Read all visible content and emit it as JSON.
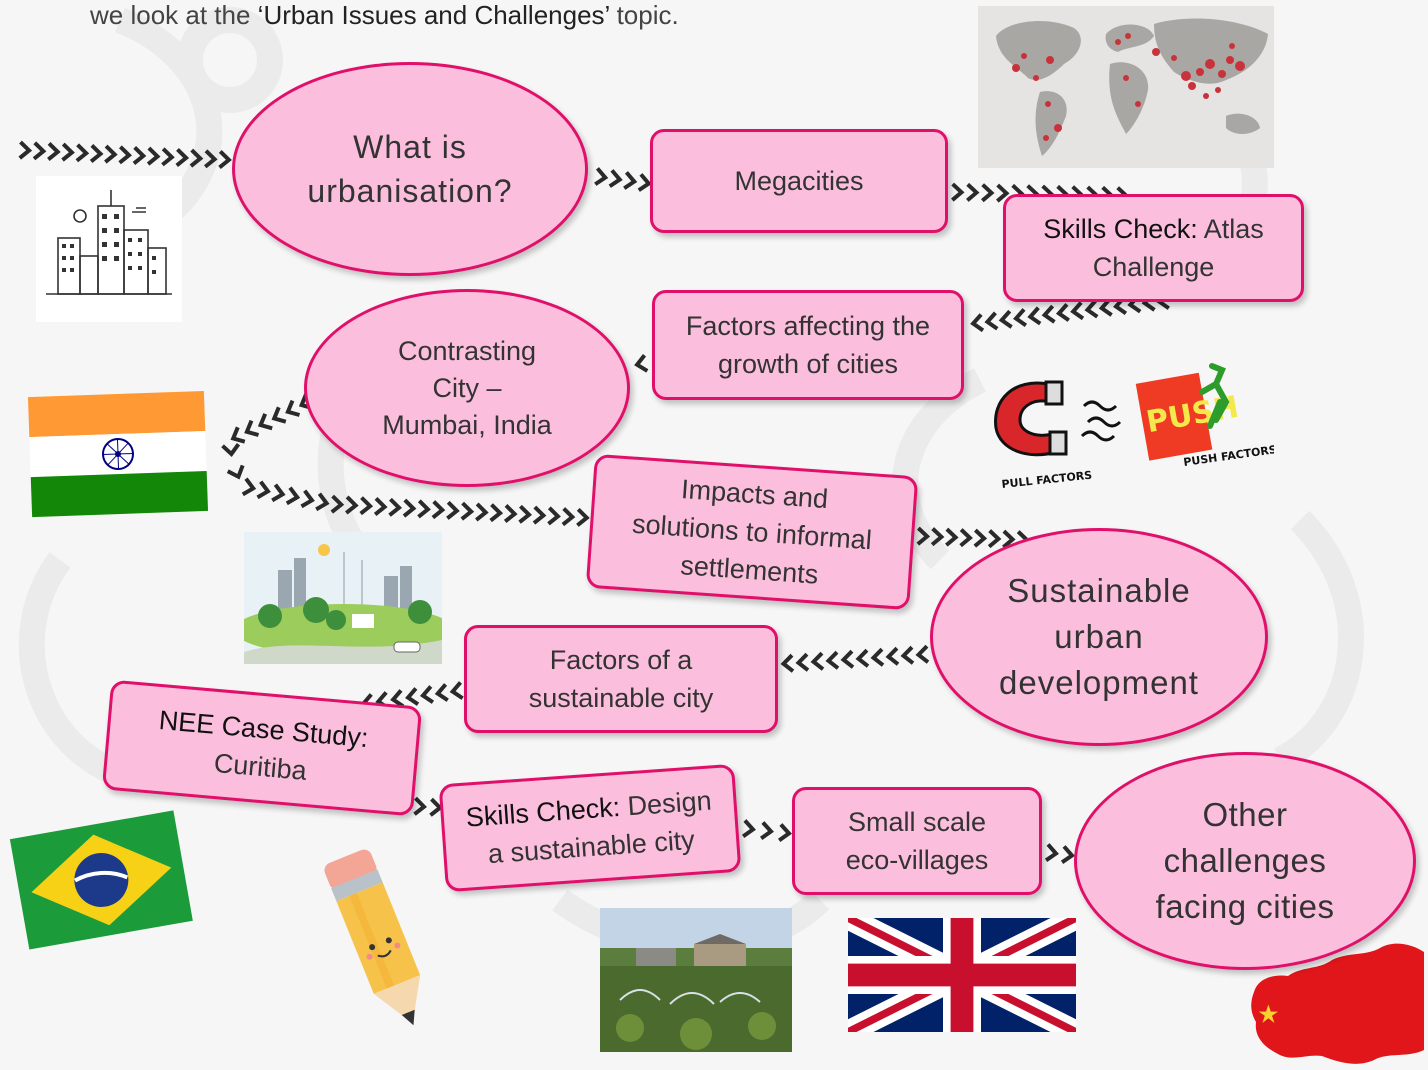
{
  "intro": {
    "prefix": "we look at the ",
    "quote_open": "‘",
    "topic": "Urban Issues and Challenges",
    "quote_close": "’",
    "suffix": " topic."
  },
  "nodes": {
    "what_is_urbanisation": {
      "line1": "What is",
      "line2": "urbanisation?"
    },
    "megacities": {
      "line1": "Megacities"
    },
    "skills_atlas": {
      "bold": "Skills Check:",
      "rest": " Atlas",
      "line2": "Challenge"
    },
    "factors_growth": {
      "line1": "Factors affecting the",
      "line2": "growth of cities"
    },
    "contrasting_city": {
      "line1": "Contrasting",
      "line2": "City –",
      "line3": "Mumbai, India"
    },
    "impacts_solutions": {
      "line1": "Impacts and",
      "line2": "solutions to informal",
      "line3": "settlements"
    },
    "sustainable_urban": {
      "line1": "Sustainable",
      "line2": "urban",
      "line3": "development"
    },
    "factors_sustainable": {
      "line1": "Factors of a",
      "line2": "sustainable city"
    },
    "nee_case_study": {
      "line1": "NEE Case Study:",
      "line2": "Curitiba"
    },
    "skills_design": {
      "bold": "Skills Check:",
      "rest": " Design",
      "line2": "a sustainable city"
    },
    "eco_villages": {
      "line1": "Small scale",
      "line2": "eco-villages"
    },
    "other_challenges": {
      "line1": "Other",
      "line2": "challenges",
      "line3": "facing cities"
    }
  },
  "images": {
    "pull_label": "PULL FACTORS",
    "push_label": "PUSH FACTORS",
    "push_word": "PUSH"
  },
  "colors": {
    "node_fill": "#fbbfdd",
    "node_border": "#e0106a",
    "arrow": "#2a2a2a"
  }
}
